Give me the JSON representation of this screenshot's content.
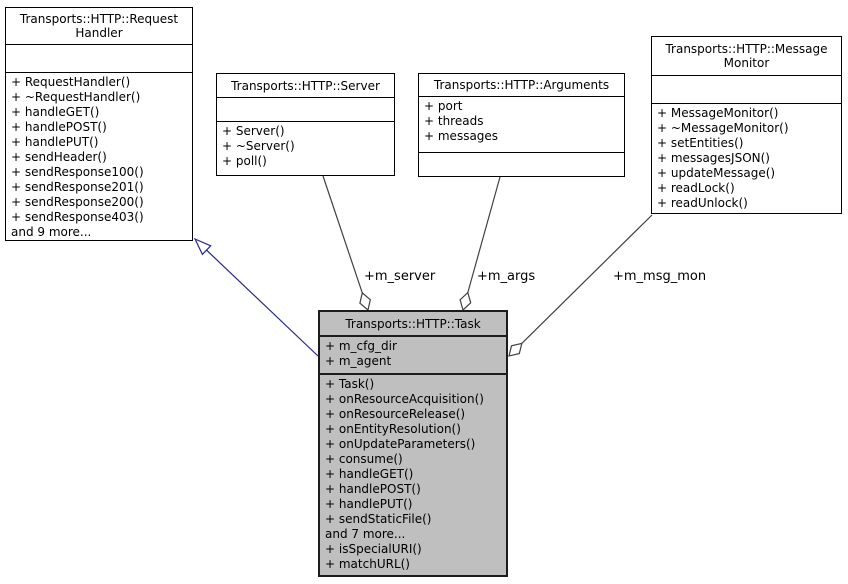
{
  "diagram": {
    "type": "uml-collaboration-diagram",
    "colors": {
      "background": "#ffffff",
      "node_border": "#000000",
      "node_fill": "#ffffff",
      "highlight_node_fill": "#bfbfbf",
      "aggregation_edge": "#404040",
      "inheritance_edge": "#24248f",
      "text": "#000000"
    },
    "classes": {
      "request_handler": {
        "title": "Transports::HTTP::Request\nHandler",
        "attributes": [],
        "methods": [
          "+ RequestHandler()",
          "+ ~RequestHandler()",
          "+ handleGET()",
          "+ handlePOST()",
          "+ handlePUT()",
          "+ sendHeader()",
          "+ sendResponse100()",
          "+ sendResponse201()",
          "+ sendResponse200()",
          "+ sendResponse403()",
          "and 9 more..."
        ]
      },
      "server": {
        "title": "Transports::HTTP::Server",
        "attributes": [],
        "methods": [
          "+ Server()",
          "+ ~Server()",
          "+ poll()"
        ]
      },
      "arguments": {
        "title": "Transports::HTTP::Arguments",
        "attributes": [
          "+ port",
          "+ threads",
          "+ messages"
        ],
        "methods": []
      },
      "message_monitor": {
        "title": "Transports::HTTP::Message\nMonitor",
        "attributes": [],
        "methods": [
          "+ MessageMonitor()",
          "+ ~MessageMonitor()",
          "+ setEntities()",
          "+ messagesJSON()",
          "+ updateMessage()",
          "+ readLock()",
          "+ readUnlock()"
        ]
      },
      "task": {
        "title": "Transports::HTTP::Task",
        "attributes": [
          "+ m_cfg_dir",
          "+ m_agent"
        ],
        "methods": [
          "+ Task()",
          "+ onResourceAcquisition()",
          "+ onResourceRelease()",
          "+ onEntityResolution()",
          "+ onUpdateParameters()",
          "+ consume()",
          "+ handleGET()",
          "+ handlePOST()",
          "+ handlePUT()",
          "+ sendStaticFile()",
          "and 7 more...",
          "+ isSpecialURI()",
          "+ matchURL()"
        ]
      }
    },
    "edges": [
      {
        "type": "inheritance",
        "from": "Transports::HTTP::Task",
        "to": "Transports::HTTP::RequestHandler",
        "label": ""
      },
      {
        "type": "aggregation",
        "owner": "Transports::HTTP::Task",
        "member_type": "Transports::HTTP::Server",
        "label": "+m_server"
      },
      {
        "type": "aggregation",
        "owner": "Transports::HTTP::Task",
        "member_type": "Transports::HTTP::Arguments",
        "label": "+m_args"
      },
      {
        "type": "aggregation",
        "owner": "Transports::HTTP::Task",
        "member_type": "Transports::HTTP::MessageMonitor",
        "label": "+m_msg_mon"
      }
    ]
  }
}
